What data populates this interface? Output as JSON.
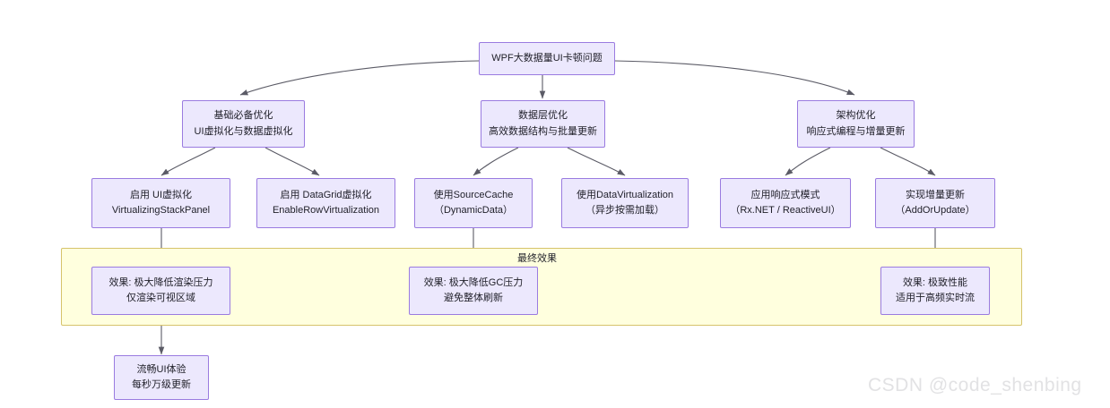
{
  "diagram": {
    "title_node": {
      "id": "root",
      "line1": "WPF大数据量UI卡顿问题",
      "line2": ""
    },
    "level2": [
      {
        "id": "base",
        "line1": "基础必备优化",
        "line2": "UI虚拟化与数据虚拟化"
      },
      {
        "id": "data",
        "line1": "数据层优化",
        "line2": "高效数据结构与批量更新"
      },
      {
        "id": "arch",
        "line1": "架构优化",
        "line2": "响应式编程与增量更新"
      }
    ],
    "level3": [
      {
        "id": "uivirt",
        "line1": "启用 UI虚拟化",
        "line2": "VirtualizingStackPanel"
      },
      {
        "id": "dgvirt",
        "line1": "启用 DataGrid虚拟化",
        "line2": "EnableRowVirtualization"
      },
      {
        "id": "srccache",
        "line1": "使用SourceCache",
        "line2": "（DynamicData）"
      },
      {
        "id": "datavirt",
        "line1": "使用DataVirtualization",
        "line2": "（异步按需加载）"
      },
      {
        "id": "rx",
        "line1": "应用响应式模式",
        "line2": "（Rx.NET / ReactiveUI）"
      },
      {
        "id": "incr",
        "line1": "实现增量更新",
        "line2": "（AddOrUpdate）"
      }
    ],
    "subgraph": {
      "id": "final-effect",
      "label": "最终效果"
    },
    "effects": [
      {
        "id": "eff1",
        "line1": "效果: 极大降低渲染压力",
        "line2": "仅渲染可视区域"
      },
      {
        "id": "eff2",
        "line1": "效果: 极大降低GC压力",
        "line2": "避免整体刷新"
      },
      {
        "id": "eff3",
        "line1": "效果: 极致性能",
        "line2": "适用于高频实时流"
      }
    ],
    "outcome": {
      "id": "outcome",
      "line1": "流畅UI体验",
      "line2": "每秒万级更新"
    },
    "colors": {
      "node_fill": "#ECE8FD",
      "node_stroke": "#9A7BE0",
      "subgraph_fill": "#FFFFDE",
      "subgraph_stroke": "#D6C36B",
      "edge": "#5b5b66",
      "text": "#1f1f28"
    }
  },
  "watermark": {
    "text": "CSDN @code_shenbing"
  }
}
